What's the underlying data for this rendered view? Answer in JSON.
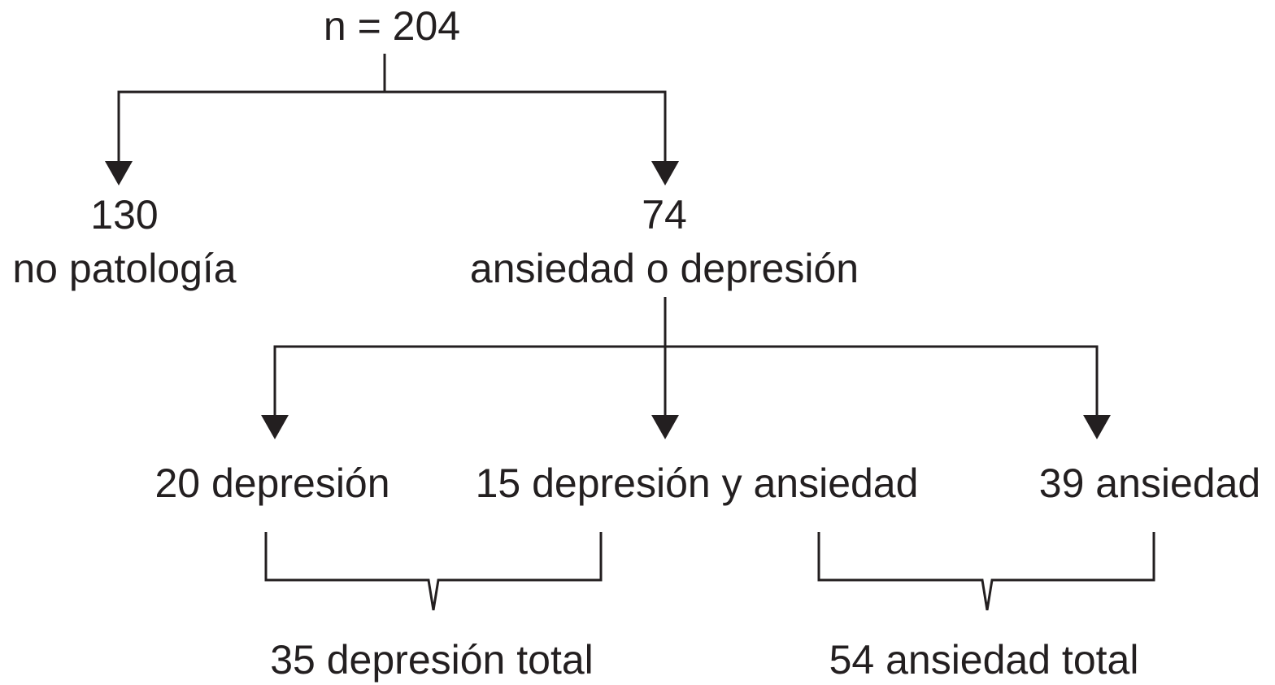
{
  "root": {
    "label": "n = 204"
  },
  "level1": {
    "left": {
      "count": "130",
      "label": "no patología"
    },
    "right": {
      "count": "74",
      "label": "ansiedad o depresión"
    }
  },
  "level2": {
    "left": "20 depresión",
    "middle": "15 depresión y ansiedad",
    "right": "39 ansiedad"
  },
  "totals": {
    "depression": "35 depresión total",
    "anxiety": "54 ansiedad total"
  },
  "colors": {
    "ink": "#231f20",
    "background": "#ffffff"
  }
}
